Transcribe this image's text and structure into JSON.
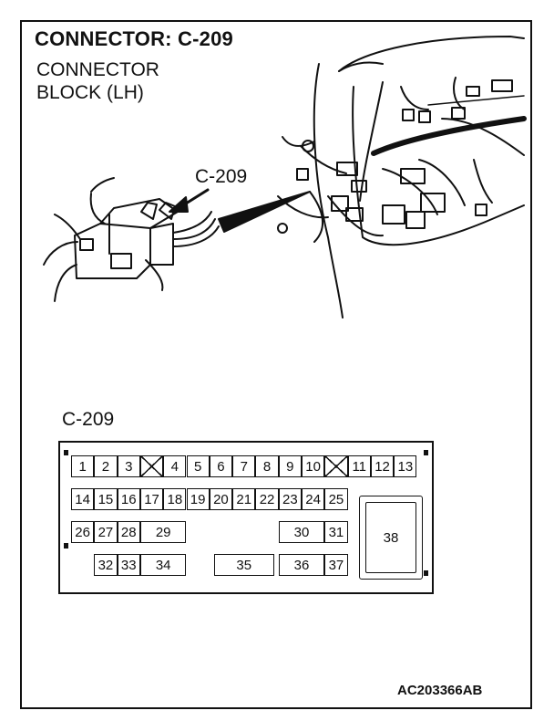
{
  "header": {
    "title": "CONNECTOR: C-209",
    "subtitle_line1": "CONNECTOR",
    "subtitle_line2": "BLOCK (LH)"
  },
  "illustration": {
    "callout_label": "C-209"
  },
  "connector": {
    "label": "C-209",
    "row1": [
      "1",
      "2",
      "3",
      "",
      "4",
      "5",
      "6",
      "7",
      "8",
      "9",
      "10",
      "",
      "11",
      "12",
      "13"
    ],
    "row2": [
      "14",
      "15",
      "16",
      "17",
      "18",
      "19",
      "20",
      "21",
      "22",
      "23",
      "24",
      "25"
    ],
    "row3": [
      "26",
      "27",
      "28",
      "29",
      "30",
      "31"
    ],
    "row4": [
      "32",
      "33",
      "34",
      "35",
      "36",
      "37"
    ],
    "large_pin": "38"
  },
  "footer": {
    "code": "AC203366AB"
  }
}
